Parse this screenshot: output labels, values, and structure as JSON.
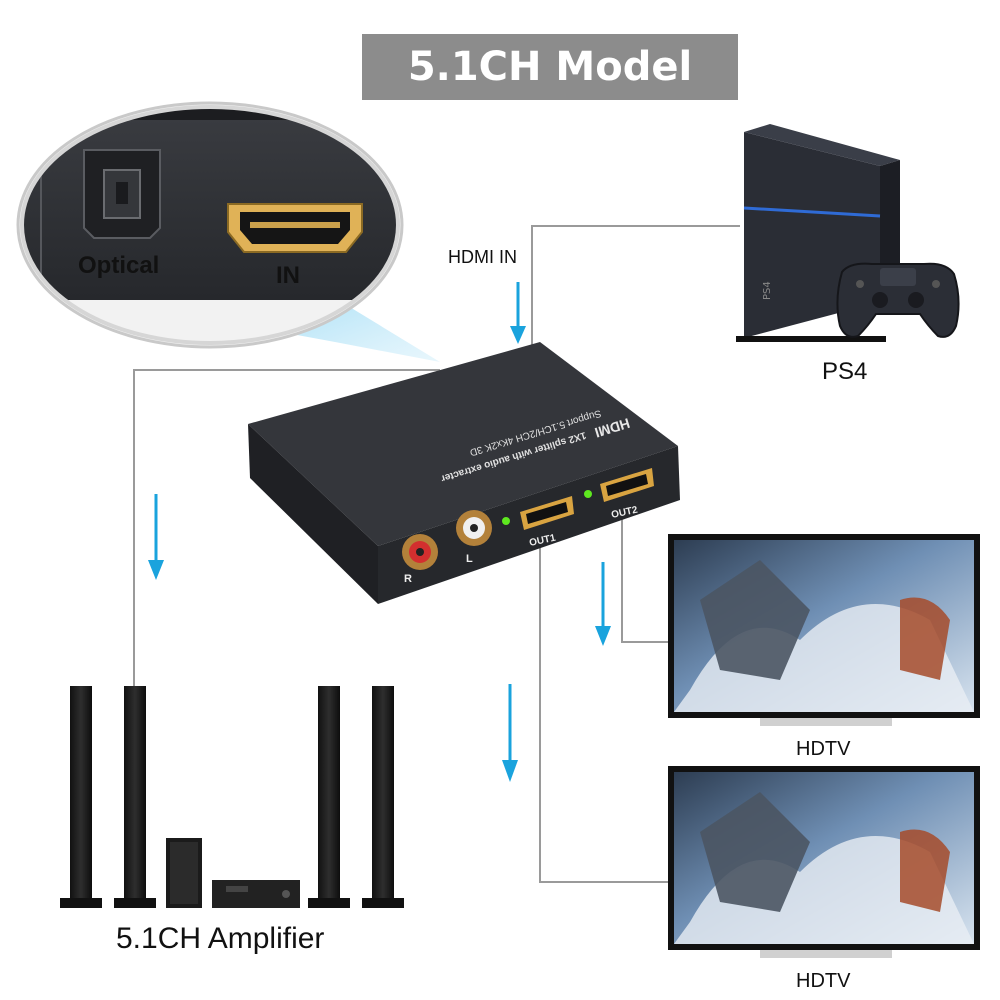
{
  "title": "5.1CH Model",
  "callout": {
    "optical": "Optical",
    "in": "IN"
  },
  "hdmi_in_label": "HDMI IN",
  "source_label": "PS4",
  "device": {
    "brand": "HDMI",
    "line1": "1X2 splitter with audio extracter",
    "line2": "Support 5.1CH/2CH 4Kx2K 3D",
    "ports": {
      "r": "R",
      "l": "L",
      "out1": "OUT1",
      "out2": "OUT2"
    }
  },
  "amplifier_label": "5.1CH Amplifier",
  "tv_labels": [
    "HDTV",
    "HDTV"
  ],
  "colors": {
    "arrow": "#1aa3dd",
    "title_bg": "#8c8c8c",
    "line": "#9a9a9a",
    "device": "#2b2d31",
    "led": "#5ee81f",
    "hdmi_gold": "#d9a441"
  }
}
